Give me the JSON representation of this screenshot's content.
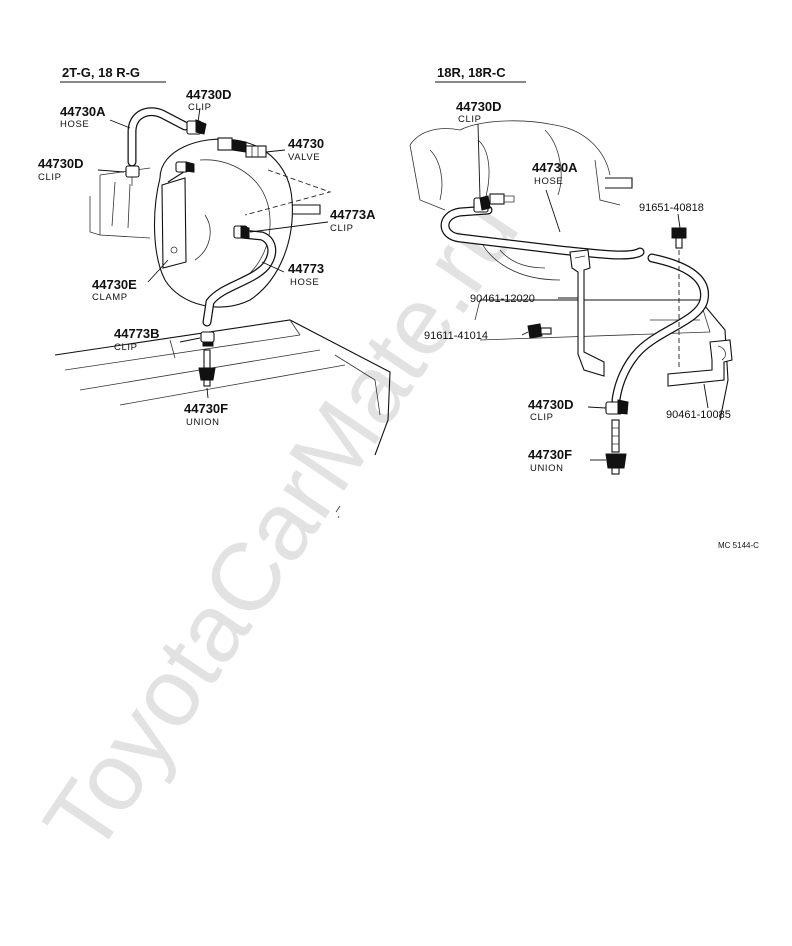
{
  "watermark": "ToyotaCarMate.ru",
  "figure_code": "MC  5144-C",
  "left": {
    "title": "2T-G, 18 R-G",
    "labels": [
      {
        "part": "44730A",
        "desc": "HOSE"
      },
      {
        "part": "44730D",
        "desc": "CLIP"
      },
      {
        "part": "44730",
        "desc": "VALVE"
      },
      {
        "part": "44730D",
        "desc": "CLIP"
      },
      {
        "part": "44773A",
        "desc": "CLIP"
      },
      {
        "part": "44773",
        "desc": "HOSE"
      },
      {
        "part": "44730E",
        "desc": "CLAMP"
      },
      {
        "part": "44773B",
        "desc": "CLIP"
      },
      {
        "part": "44730F",
        "desc": "UNION"
      }
    ]
  },
  "right": {
    "title": "18R, 18R-C",
    "labels": [
      {
        "part": "44730D",
        "desc": "CLIP"
      },
      {
        "part": "44730A",
        "desc": "HOSE"
      },
      {
        "part": "91651-40818",
        "desc": ""
      },
      {
        "part": "90461-12020",
        "desc": ""
      },
      {
        "part": "91611-41014",
        "desc": ""
      },
      {
        "part": "44730D",
        "desc": "CLIP"
      },
      {
        "part": "90461-10085",
        "desc": ""
      },
      {
        "part": "44730F",
        "desc": "UNION"
      }
    ]
  }
}
